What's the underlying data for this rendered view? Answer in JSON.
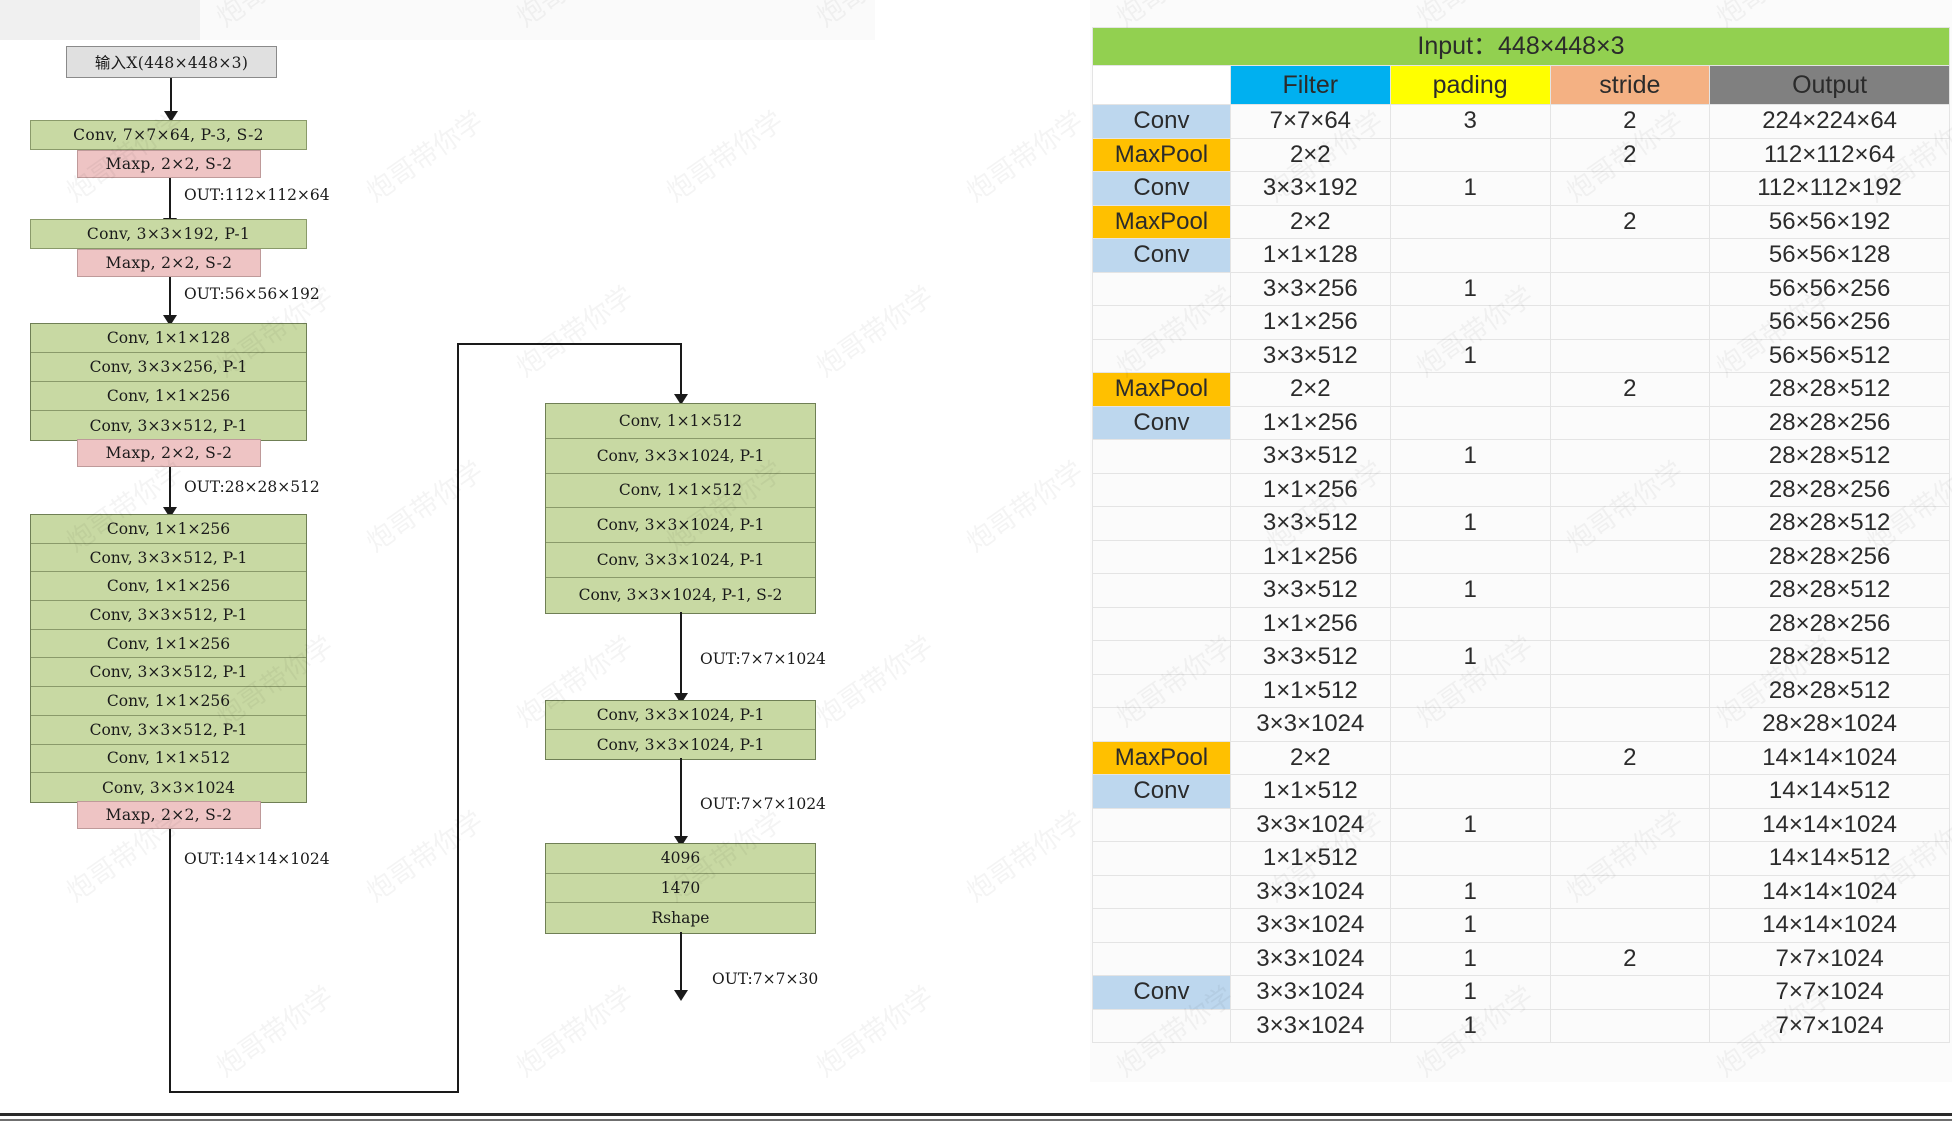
{
  "watermark": "炮哥带你学",
  "diagram": {
    "title_node": "输入X(448×448×3)",
    "blocks": {
      "b1_conv": "Conv, 7×7×64, P-3, S-2",
      "b1_pool": "Maxp, 2×2, S-2",
      "b1_out": "OUT:112×112×64",
      "b2_conv": "Conv, 3×3×192, P-1",
      "b2_pool": "Maxp, 2×2, S-2",
      "b2_out": "OUT:56×56×192",
      "b3_rows": [
        "Conv, 1×1×128",
        "Conv, 3×3×256, P-1",
        "Conv, 1×1×256",
        "Conv, 3×3×512, P-1"
      ],
      "b3_pool": "Maxp, 2×2, S-2",
      "b3_out": "OUT:28×28×512",
      "b4_rows": [
        "Conv, 1×1×256",
        "Conv, 3×3×512, P-1",
        "Conv, 1×1×256",
        "Conv, 3×3×512, P-1",
        "Conv, 1×1×256",
        "Conv, 3×3×512, P-1",
        "Conv, 1×1×256",
        "Conv, 3×3×512, P-1",
        "Conv, 1×1×512",
        "Conv, 3×3×1024"
      ],
      "b4_pool": "Maxp, 2×2, S-2",
      "b4_out": "OUT:14×14×1024",
      "b5_rows": [
        "Conv, 1×1×512",
        "Conv, 3×3×1024, P-1",
        "Conv, 1×1×512",
        "Conv, 3×3×1024, P-1",
        "Conv, 3×3×1024, P-1",
        "Conv, 3×3×1024, P-1, S-2"
      ],
      "b5_out": "OUT:7×7×1024",
      "b6_rows": [
        "Conv, 3×3×1024, P-1",
        "Conv, 3×3×1024, P-1"
      ],
      "b6_out": "OUT:7×7×1024",
      "b7_rows": [
        "4096",
        "1470",
        "Rshape"
      ],
      "b7_out": "OUT:7×7×30"
    }
  },
  "table": {
    "input_header": "Input：448×448×3",
    "columns": [
      "",
      "Filter",
      "pading",
      "stride",
      "Output"
    ],
    "colors": {
      "input": "#92d050",
      "filter": "#00b0f0",
      "pading": "#ffff00",
      "stride": "#f4b183",
      "output": "#808080",
      "conv": "#bdd7ee",
      "maxpool": "#ffc000"
    },
    "rows": [
      {
        "label": "Conv",
        "type": "conv",
        "filter": "7×7×64",
        "pading": "3",
        "stride": "2",
        "output": "224×224×64"
      },
      {
        "label": "MaxPool",
        "type": "pool",
        "filter": "2×2",
        "pading": "",
        "stride": "2",
        "output": "112×112×64"
      },
      {
        "label": "Conv",
        "type": "conv",
        "filter": "3×3×192",
        "pading": "1",
        "stride": "",
        "output": "112×112×192"
      },
      {
        "label": "MaxPool",
        "type": "pool",
        "filter": "2×2",
        "pading": "",
        "stride": "2",
        "output": "56×56×192"
      },
      {
        "label": "Conv",
        "type": "conv",
        "filter": "1×1×128",
        "pading": "",
        "stride": "",
        "output": "56×56×128"
      },
      {
        "label": "",
        "type": "none",
        "filter": "3×3×256",
        "pading": "1",
        "stride": "",
        "output": "56×56×256"
      },
      {
        "label": "",
        "type": "none",
        "filter": "1×1×256",
        "pading": "",
        "stride": "",
        "output": "56×56×256"
      },
      {
        "label": "",
        "type": "none",
        "filter": "3×3×512",
        "pading": "1",
        "stride": "",
        "output": "56×56×512"
      },
      {
        "label": "MaxPool",
        "type": "pool",
        "filter": "2×2",
        "pading": "",
        "stride": "2",
        "output": "28×28×512"
      },
      {
        "label": "Conv",
        "type": "conv",
        "filter": "1×1×256",
        "pading": "",
        "stride": "",
        "output": "28×28×256"
      },
      {
        "label": "",
        "type": "none",
        "filter": "3×3×512",
        "pading": "1",
        "stride": "",
        "output": "28×28×512"
      },
      {
        "label": "",
        "type": "none",
        "filter": "1×1×256",
        "pading": "",
        "stride": "",
        "output": "28×28×256"
      },
      {
        "label": "",
        "type": "none",
        "filter": "3×3×512",
        "pading": "1",
        "stride": "",
        "output": "28×28×512"
      },
      {
        "label": "",
        "type": "none",
        "filter": "1×1×256",
        "pading": "",
        "stride": "",
        "output": "28×28×256"
      },
      {
        "label": "",
        "type": "none",
        "filter": "3×3×512",
        "pading": "1",
        "stride": "",
        "output": "28×28×512"
      },
      {
        "label": "",
        "type": "none",
        "filter": "1×1×256",
        "pading": "",
        "stride": "",
        "output": "28×28×256"
      },
      {
        "label": "",
        "type": "none",
        "filter": "3×3×512",
        "pading": "1",
        "stride": "",
        "output": "28×28×512"
      },
      {
        "label": "",
        "type": "none",
        "filter": "1×1×512",
        "pading": "",
        "stride": "",
        "output": "28×28×512"
      },
      {
        "label": "",
        "type": "none",
        "filter": "3×3×1024",
        "pading": "",
        "stride": "",
        "output": "28×28×1024"
      },
      {
        "label": "MaxPool",
        "type": "pool",
        "filter": "2×2",
        "pading": "",
        "stride": "2",
        "output": "14×14×1024"
      },
      {
        "label": "Conv",
        "type": "conv",
        "filter": "1×1×512",
        "pading": "",
        "stride": "",
        "output": "14×14×512"
      },
      {
        "label": "",
        "type": "none",
        "filter": "3×3×1024",
        "pading": "1",
        "stride": "",
        "output": "14×14×1024"
      },
      {
        "label": "",
        "type": "none",
        "filter": "1×1×512",
        "pading": "",
        "stride": "",
        "output": "14×14×512"
      },
      {
        "label": "",
        "type": "none",
        "filter": "3×3×1024",
        "pading": "1",
        "stride": "",
        "output": "14×14×1024"
      },
      {
        "label": "",
        "type": "none",
        "filter": "3×3×1024",
        "pading": "1",
        "stride": "",
        "output": "14×14×1024"
      },
      {
        "label": "",
        "type": "none",
        "filter": "3×3×1024",
        "pading": "1",
        "stride": "2",
        "output": "7×7×1024"
      },
      {
        "label": "Conv",
        "type": "conv",
        "filter": "3×3×1024",
        "pading": "1",
        "stride": "",
        "output": "7×7×1024"
      },
      {
        "label": "",
        "type": "none",
        "filter": "3×3×1024",
        "pading": "1",
        "stride": "",
        "output": "7×7×1024"
      }
    ]
  }
}
